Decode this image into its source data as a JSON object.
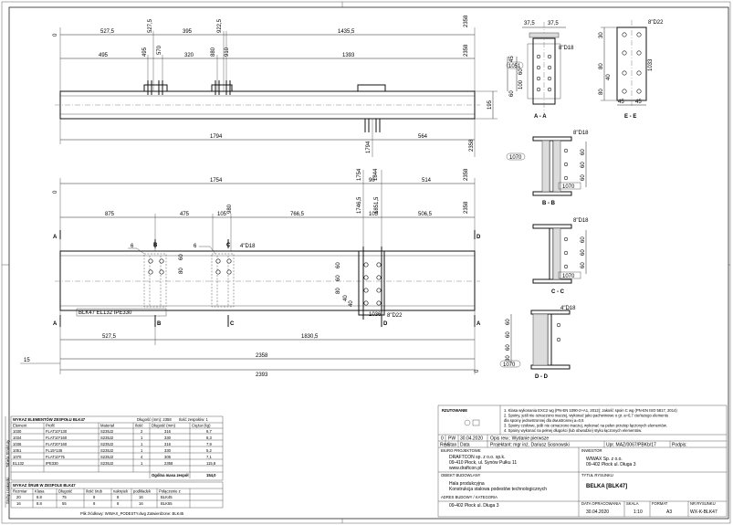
{
  "top_view": {
    "dims_row1": [
      "527,5",
      "527,5",
      "395",
      "922,5",
      "1435,5"
    ],
    "dims_row2": [
      "495",
      "495",
      "570",
      "320",
      "880",
      "910",
      "1393"
    ],
    "total_right": "2358",
    "left_zero": "0",
    "height": "195",
    "bottom_dims": [
      "1794",
      "564"
    ],
    "vertical_1794": "1794",
    "vertical_2358": "2358"
  },
  "main_view": {
    "dims_row1": [
      "1754",
      "1754",
      "90",
      "514",
      "1844"
    ],
    "dims_row2": [
      "875",
      "475",
      "105",
      "980",
      "766,5",
      "1746,5",
      "105",
      "1851,5",
      "506,5"
    ],
    "right_2358": "2358",
    "labels_left_top": "A",
    "labels": [
      "A",
      "B",
      "C",
      "D",
      "A",
      "B",
      "C",
      "D"
    ],
    "weld_count": "6",
    "bolt_note": "4\"D18",
    "bolt_note_2": "8\"D22",
    "ref_1036": "1036",
    "element_label": "BLK47 EL132 IPE330",
    "bottom_dims": [
      "527,5",
      "1830,5"
    ],
    "total_1": "2358",
    "total_2": "2393",
    "left_15": "15",
    "right_0": "0",
    "vdims": [
      "60",
      "80",
      "60",
      "60",
      "80",
      "40",
      "40"
    ]
  },
  "section_aa": {
    "title": "A - A",
    "dims": [
      "37,5",
      "37,5"
    ],
    "note": "8\"D18",
    "label": "1051",
    "vdims": [
      "45",
      "60",
      "100",
      "60"
    ]
  },
  "section_ee": {
    "title": "E - E",
    "note": "8\"D22",
    "dims": [
      "45",
      "45"
    ],
    "vdims": [
      "30",
      "80",
      "40",
      "80"
    ],
    "label": "1033"
  },
  "section_bb": {
    "title": "B - B",
    "note": "8\"D18",
    "label_left": "1070",
    "label_right": "1070",
    "vdims": [
      "60",
      "60",
      "60"
    ]
  },
  "section_cc": {
    "title": "C - C",
    "note": "8\"D18",
    "label": "1070",
    "vdims": [
      "60",
      "60",
      "60"
    ]
  },
  "section_dd": {
    "title": "D - D",
    "note": "4\"D18",
    "label": "1070",
    "vdims": [
      "60",
      "60",
      "60",
      "30"
    ]
  },
  "parts_table": {
    "title": "WYKAZ ELEMENTÓW ZESPOŁU  BLK47",
    "meta": [
      "Długość (mm):  2358",
      "Ilość zespołów: 1"
    ],
    "headers": [
      "Element",
      "Profil",
      "Materiał",
      "Ilość",
      "Długość (mm)",
      "Ciężar (kg)"
    ],
    "rows": [
      [
        "1030",
        "FLAT10*130",
        "S235J2",
        "2",
        "316",
        "9,7"
      ],
      [
        "1034",
        "FLAT10*160",
        "S235J2",
        "1",
        "330",
        "8,3"
      ],
      [
        "1036",
        "FLAT20*160",
        "S235J2",
        "1",
        "316",
        "7,9"
      ],
      [
        "1051",
        "FL15*135",
        "S235J2",
        "1",
        "330",
        "5,2"
      ],
      [
        "1070",
        "FLAT10*75",
        "S235J2",
        "4",
        "305",
        "7,1"
      ],
      [
        "EL132",
        "IPE330",
        "S235J2",
        "1",
        "2358",
        "115,8"
      ]
    ],
    "footer_label": "Ogólna masa zespół",
    "footer_value": "154,0"
  },
  "bolts_table": {
    "title": "WYKAZ ŚRUB W ZESPOLE  BLK47",
    "headers": [
      "Rozmiar",
      "Klasa",
      "Długość",
      "Ilość śrub",
      "nakrętek",
      "podkładek",
      "Połączenie z"
    ],
    "rows": [
      [
        "20",
        "8.8",
        "75",
        "8",
        "8",
        "16",
        "BLK45"
      ],
      [
        "16",
        "8.8",
        "55",
        "8",
        "8",
        "16",
        "BLK55"
      ]
    ],
    "side_label": "Śruby i nakrętki"
  },
  "footer_small": "Plik źródłowy: WIWAX_PODESTY.dwg   Zatwierdzone: BLK45",
  "rev_notes": {
    "header": "RZUTOWANIE",
    "notes": [
      "1. Klasa wykonania EXC2 wg (PN-EN 1090-2+A1, 2012); Jakość spoin C wg (PN-EN ISO 5817, 2014)",
      "2. Spoiny, jeśli nie oznaczono inaczej, wykonać jako pachwinowe o gr. a=0,7 cieńszego elementu",
      "   dla spoiny jednostronnej dla dwustronnej a=0,5",
      "3. Spoiny czołowe, jeśli nie oznaczono inaczej, wykonać na pełen przetop łączonych elementów.",
      "4. Spoiny wykonać na pełnej długości (lub obwodzie) styku łączonych elementów."
    ]
  },
  "revision": {
    "row": [
      "0",
      "PW",
      "30.04.2020",
      "Opis rew.: Wydanie pierwsze"
    ],
    "header": [
      "Rew.",
      "Stan",
      "Data",
      "Projektant: mgr inż. Dariusz Sosnowski",
      "Upr. MAZ/0067/PBKb/17",
      "Podpis:"
    ]
  },
  "designer": {
    "label": "BIURO PROJEKTOWE",
    "name": "DRAFTCON sp. z o.o. sp.k.",
    "addr": "09-410 Płock, ul. Synów Pułku 11",
    "web": "www.draftcon.pl"
  },
  "investor": {
    "label": "INWESTOR",
    "name": "WIWAX Sp. z o.o.",
    "addr": "09-402 Płock ul. Długa 3"
  },
  "object": {
    "label": "OBIEKT BUDOWLANY",
    "line1": "Hala produkcyjna",
    "line2": "Konstrukcja stalowa podestów technologicznych",
    "addr_label": "ADRES BUDOWY / KATEGORIA",
    "addr": "09-402 Płock ul. Długa 3"
  },
  "drawing": {
    "title_label": "TYTUŁ RYSUNKU",
    "title": "BELKA  [BLK47]",
    "date_label": "DATA OPRACOWANIA",
    "date": "30.04.2020",
    "scale_label": "SKALA",
    "scale": "1:10",
    "format_label": "FORMAT",
    "format": "A3",
    "number_label": "NR RYSUNKU",
    "number": "WX-K-BLK47"
  },
  "side_label": "Tabela Struktury"
}
